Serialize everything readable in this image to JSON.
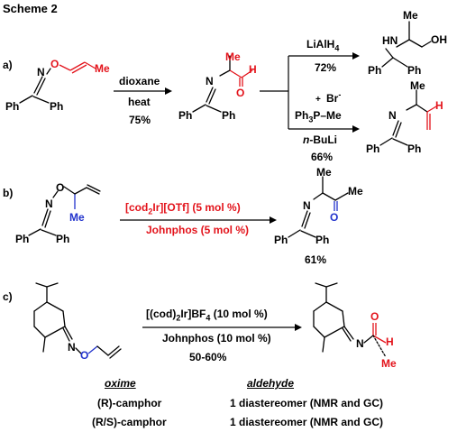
{
  "title": "Scheme 2",
  "panels": {
    "a": {
      "label": "a)",
      "reagent_top": "dioxane",
      "reagent_bottom": "heat",
      "yield": "75%",
      "branch1": {
        "reagent": "LiAlH",
        "reagent_sub": "4",
        "yield": "72%"
      },
      "branch2": {
        "charge_plus": "+",
        "anion": "Br",
        "anion_charge": "-",
        "phosphonium": "Ph",
        "phosphonium_sub": "3",
        "phosphonium_rest": "P–Me",
        "base_italic": "n",
        "base_rest": "-BuLi",
        "yield": "66%"
      }
    },
    "b": {
      "label": "b)",
      "catalyst_pre": "[cod",
      "catalyst_sub": "2",
      "catalyst_post": "Ir][OTf] (5 mol %)",
      "ligand": "Johnphos (5 mol %)",
      "yield": "61%"
    },
    "c": {
      "label": "c)",
      "catalyst_pre": "[(cod)",
      "catalyst_sub": "2",
      "catalyst_mid": "Ir]BF",
      "catalyst_sub2": "4",
      "catalyst_post": " (10 mol %)",
      "ligand": "Johnphos (10 mol %)",
      "yield": "50-60%",
      "table": {
        "headers": [
          "oxime",
          "aldehyde"
        ],
        "rows": [
          [
            "(R)-camphor",
            "1 diastereomer (NMR and GC)"
          ],
          [
            "(R/S)-camphor",
            "1 diastereomer (NMR and GC)"
          ]
        ]
      }
    }
  },
  "atoms": {
    "N": "N",
    "O": "O",
    "H": "H",
    "Ph": "Ph",
    "Me": "Me",
    "HN": "HN",
    "OH": "OH"
  },
  "colors": {
    "highlight_red": "#e3131b",
    "highlight_blue": "#2233cc"
  }
}
